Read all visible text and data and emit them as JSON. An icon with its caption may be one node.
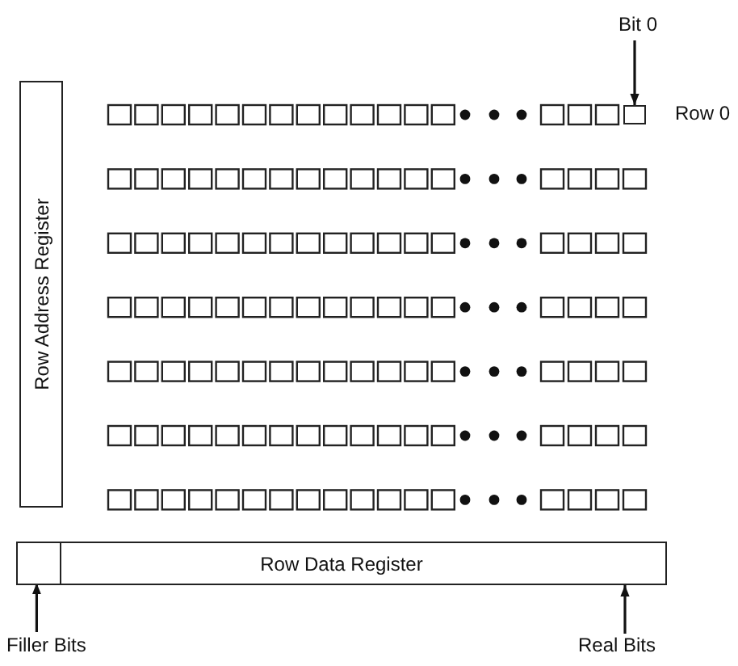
{
  "diagram": {
    "nodes": [
      {
        "text": [
          "Bit 0"
        ]
      },
      {
        "text": [],
        "shape": "box"
      },
      {
        "text": [
          "Row Address Register"
        ]
      },
      {
        "text": [
          "Row Data Register"
        ]
      },
      {
        "text": [],
        "shape": "box",
        "in": 3
      },
      {
        "text": [
          "Filler Bits"
        ]
      },
      {
        "text": [
          "Real Bits"
        ]
      }
    ],
    "edges": [
      {
        "from": 0,
        "to": 1,
        "arrow": "to"
      },
      {
        "from": 5,
        "to": 4,
        "arrow": "to"
      },
      {
        "from": 6,
        "to": 3,
        "arrow": "to"
      }
    ],
    "labels": [
      "Row 0"
    ]
  }
}
